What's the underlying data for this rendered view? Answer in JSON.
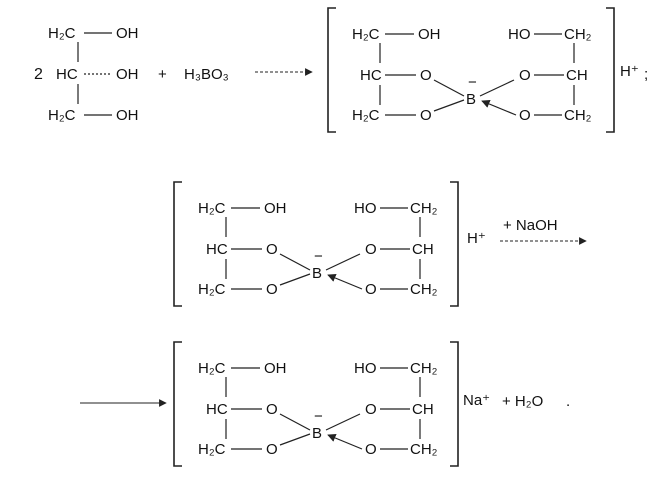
{
  "eq1": {
    "glycerol": {
      "coef": "2",
      "h2c_top": "H₂C",
      "hc": "HC",
      "h2c_bot": "H₂C",
      "oh_top": "OH",
      "oh_mid": "OH",
      "oh_bot": "OH"
    },
    "plus": "+",
    "boric_acid": "H₃BO₃",
    "cation": "H⁺",
    "trailing": ";"
  },
  "complex": {
    "left": {
      "top": "H₂C",
      "mid": "HC",
      "bot": "H₂C",
      "oh": "OH"
    },
    "o": "O",
    "boron": "B",
    "charge": "−",
    "right": {
      "top": "CH₂",
      "mid": "CH",
      "bot": "CH₂",
      "oh": "HO"
    }
  },
  "eq2": {
    "cation": "H⁺",
    "reagent": "+ NaOH"
  },
  "eq3": {
    "cation": "Na⁺",
    "product": "+ H₂O",
    "trailing": "."
  }
}
